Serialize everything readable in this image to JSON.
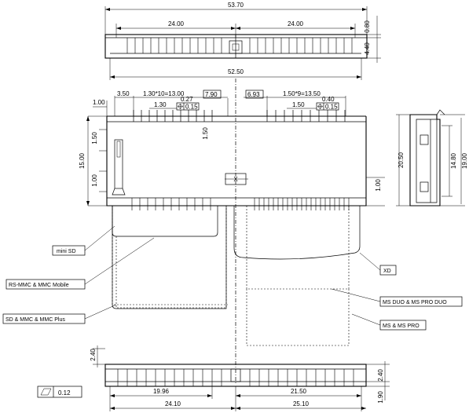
{
  "top_view": {
    "overall_width": "53.70",
    "half_left": "24.00",
    "half_right": "24.00",
    "edge_height": "0.80",
    "side_height": "4.40",
    "lower_width": "52.50"
  },
  "front_view": {
    "left_dims": {
      "d_100": "1.00",
      "d_350": "3.50",
      "pitch_total": "1.30*10=13.00",
      "d_027": "0.27",
      "d_130": "1.30",
      "tol_015": "0.15",
      "d_790": "7.90"
    },
    "right_dims": {
      "d_693": "6.93",
      "pitch_total": "1.50*9=13.50",
      "d_040": "0.40",
      "d_150": "1.50",
      "tol_015": "0.15"
    },
    "v_150_left": "1.50",
    "v_150_mid": "1.50",
    "v_1500": "15.00",
    "v_100_left": "1.00",
    "v_100_right": "1.00",
    "center_mark": "X"
  },
  "side_view": {
    "d_2050": "20.50",
    "d_1480": "14.80",
    "d_1900": "19.00"
  },
  "card_labels": {
    "mini_sd": "mini SD",
    "rs_mmc": "RS-MMC & MMC Mobile",
    "sd_mmc": "SD & MMC & MMC Plus",
    "xd": "XD",
    "ms_duo": "MS DUO & MS PRO DUO",
    "ms_pro": "MS & MS PRO"
  },
  "bottom_view": {
    "d_240_left": "2.40",
    "d_240_right": "2.40",
    "d_1996": "19.96",
    "d_2150": "21.50",
    "d_2410": "24.10",
    "d_2510": "25.10",
    "d_190": "1.90"
  },
  "flatness": {
    "value": "0.12"
  }
}
